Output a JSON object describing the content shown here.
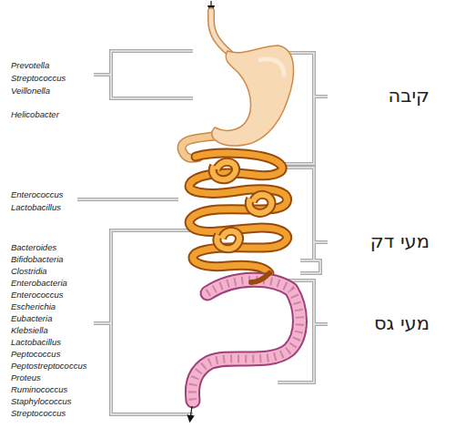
{
  "diagram": {
    "labels": [
      "Prevotella",
      "Streptococcus",
      "Veillonella",
      "Helicobacter",
      "Enterococcus",
      "Lactobacillus",
      "Bacteroides",
      "Bifidobacteria",
      "Clostridia",
      "Enterobacteria",
      "Enterococcus",
      "Escherichia",
      "Eubacteria",
      "Klebsiella",
      "Lactobacillus",
      "Peptococcus",
      "Peptostreptococcus",
      "Proteus",
      "Ruminococcus",
      "Staphylococcus",
      "Streptococcus",
      "קיבה",
      "מעי דק",
      "מעי גס"
    ]
  }
}
